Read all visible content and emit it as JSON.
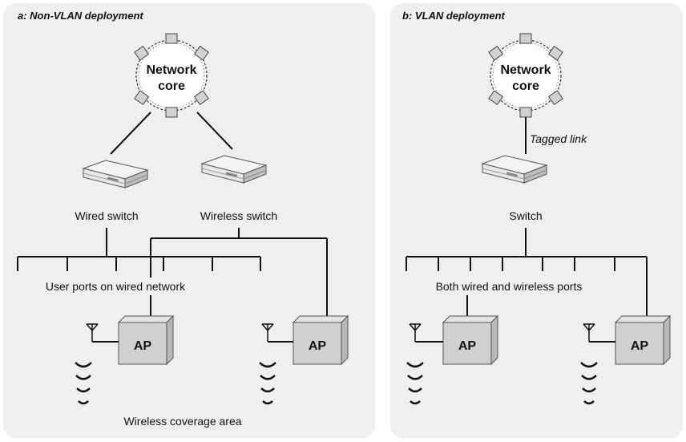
{
  "panel_a": {
    "title": "a: Non-VLAN deployment",
    "core_line1": "Network",
    "core_line2": "core",
    "wired_switch": "Wired switch",
    "wireless_switch": "Wireless switch",
    "user_ports": "User ports on wired network",
    "ap_left": "AP",
    "ap_right": "AP",
    "coverage": "Wireless coverage area"
  },
  "panel_b": {
    "title": "b: VLAN deployment",
    "core_line1": "Network",
    "core_line2": "core",
    "tagged_link": "Tagged link",
    "switch": "Switch",
    "ports": "Both wired and wireless ports",
    "ap_left": "AP",
    "ap_right": "AP"
  },
  "colors": {
    "panel_bg": "#efefef",
    "device_face": "#d0d0d0",
    "line": "#111111"
  }
}
